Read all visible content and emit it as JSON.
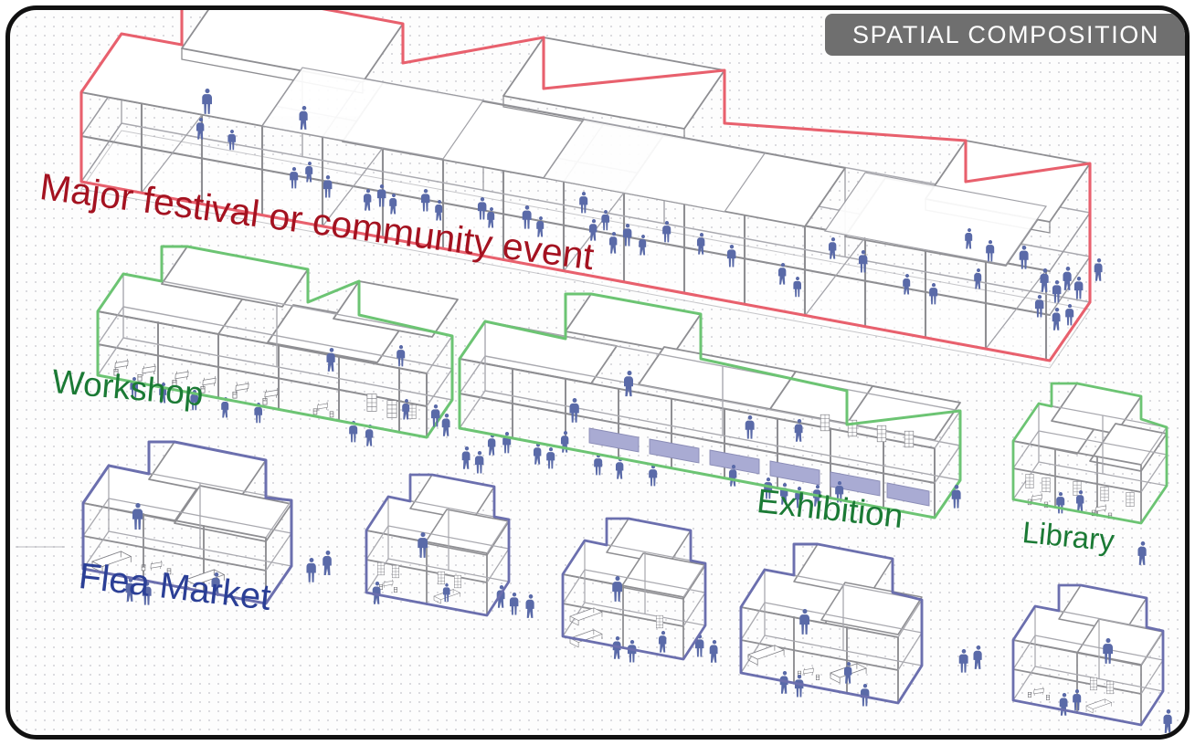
{
  "meta": {
    "diagram_type": "axonometric architectural spatial composition diagram",
    "frame_color": "#111111",
    "background_color": "#fdfdfd",
    "dot_grid_color": "#d9d9dd"
  },
  "title_banner": {
    "label": "SPATIAL COMPOSITION",
    "background_color": "#6f6f6f",
    "text_color": "#ffffff"
  },
  "legend_colors": {
    "red_outline": "#e8606d",
    "red_text": "#a41220",
    "green_outline": "#6cc473",
    "green_text": "#1b7a35",
    "blue_outline": "#6b6fae",
    "blue_text": "#2b3f96",
    "structure_gray": "#8e8e92",
    "figure_blue": "#5a6aa8",
    "panel_lavender": "#a9abd3"
  },
  "programs": [
    {
      "id": "festival",
      "label": "Major festival or community event",
      "outline_color": "#e8606d",
      "text_color": "#a41220",
      "scale": "largest massing — full linear bar, two storeys, many occupants"
    },
    {
      "id": "workshop",
      "label": "Workshop",
      "outline_color": "#6cc473",
      "text_color": "#1b7a35",
      "scale": "medium bar with work tables and benches"
    },
    {
      "id": "exhibition",
      "label": "Exhibition",
      "outline_color": "#6cc473",
      "text_color": "#1b7a35",
      "scale": "long bar with lavender display panels"
    },
    {
      "id": "library",
      "label": "Library",
      "outline_color": "#6cc473",
      "text_color": "#1b7a35",
      "scale": "compact unit with shelving and reading tables"
    },
    {
      "id": "flea-market",
      "label": "Flea Market",
      "outline_color": "#6b6fae",
      "text_color": "#2b3f96",
      "scale": "compact unit with market stall counters"
    }
  ],
  "massing_blocks": [
    {
      "id": "festival-bar",
      "program": "festival",
      "outline": "#e8606d",
      "bays": 16,
      "storeys": 2
    },
    {
      "id": "workshop-bar",
      "program": "workshop",
      "outline": "#6cc473",
      "bays": 6,
      "storeys": 2
    },
    {
      "id": "exhibition-bar",
      "program": "exhibition",
      "outline": "#6cc473",
      "bays": 10,
      "storeys": 2
    },
    {
      "id": "library-unit",
      "program": "library",
      "outline": "#6cc473",
      "bays": 2,
      "storeys": 2
    },
    {
      "id": "flea-market-unit",
      "program": "flea-market",
      "outline": "#6b6fae",
      "bays": 3,
      "storeys": 2
    },
    {
      "id": "unit-small-a",
      "program": "flea-market",
      "outline": "#6b6fae",
      "bays": 2,
      "storeys": 2
    },
    {
      "id": "unit-small-b",
      "program": "flea-market",
      "outline": "#6b6fae",
      "bays": 2,
      "storeys": 2
    },
    {
      "id": "unit-small-c",
      "program": "flea-market",
      "outline": "#6b6fae",
      "bays": 3,
      "storeys": 2
    },
    {
      "id": "unit-small-d",
      "program": "flea-market",
      "outline": "#6b6fae",
      "bays": 2,
      "storeys": 2
    }
  ],
  "occupancy": {
    "figure_color": "#5a6aa8",
    "note": "Blue silhouette figures populate interiors and surrounding ground plane; density is greatest around the festival bar."
  }
}
